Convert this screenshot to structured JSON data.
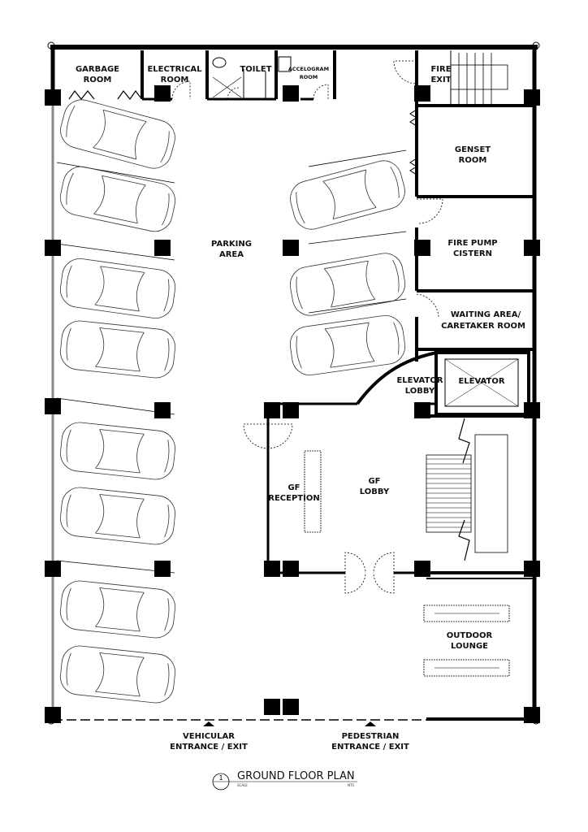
{
  "rooms": {
    "garbage": [
      "GARBAGE",
      "ROOM"
    ],
    "electrical": [
      "ELECTRICAL",
      "ROOM"
    ],
    "toilet": "TOILET",
    "accelogram": [
      "ACCELOGRAM",
      "ROOM"
    ],
    "fire_exit": [
      "FIRE",
      "EXIT"
    ],
    "genset": [
      "GENSET",
      "ROOM"
    ],
    "fire_pump": [
      "FIRE PUMP",
      "CISTERN"
    ],
    "waiting": [
      "WAITING AREA/",
      "CARETAKER ROOM"
    ],
    "elevator": "ELEVATOR",
    "elevator_lobby": [
      "ELEVATOR",
      "LOBBY"
    ],
    "parking": [
      "PARKING",
      "AREA"
    ],
    "reception": [
      "GF",
      "RECEPTION"
    ],
    "lobby": [
      "GF",
      "LOBBY"
    ],
    "lounge": [
      "OUTDOOR",
      "LOUNGE"
    ]
  },
  "entrances": {
    "vehicular": [
      "VEHICULAR",
      "ENTRANCE / EXIT"
    ],
    "pedestrian": [
      "PEDESTRIAN",
      "ENTRANCE / EXIT"
    ]
  },
  "title_block": {
    "number": "1",
    "title": "GROUND FLOOR PLAN",
    "scale_label": "SCALE",
    "scale_value": "NTS"
  }
}
